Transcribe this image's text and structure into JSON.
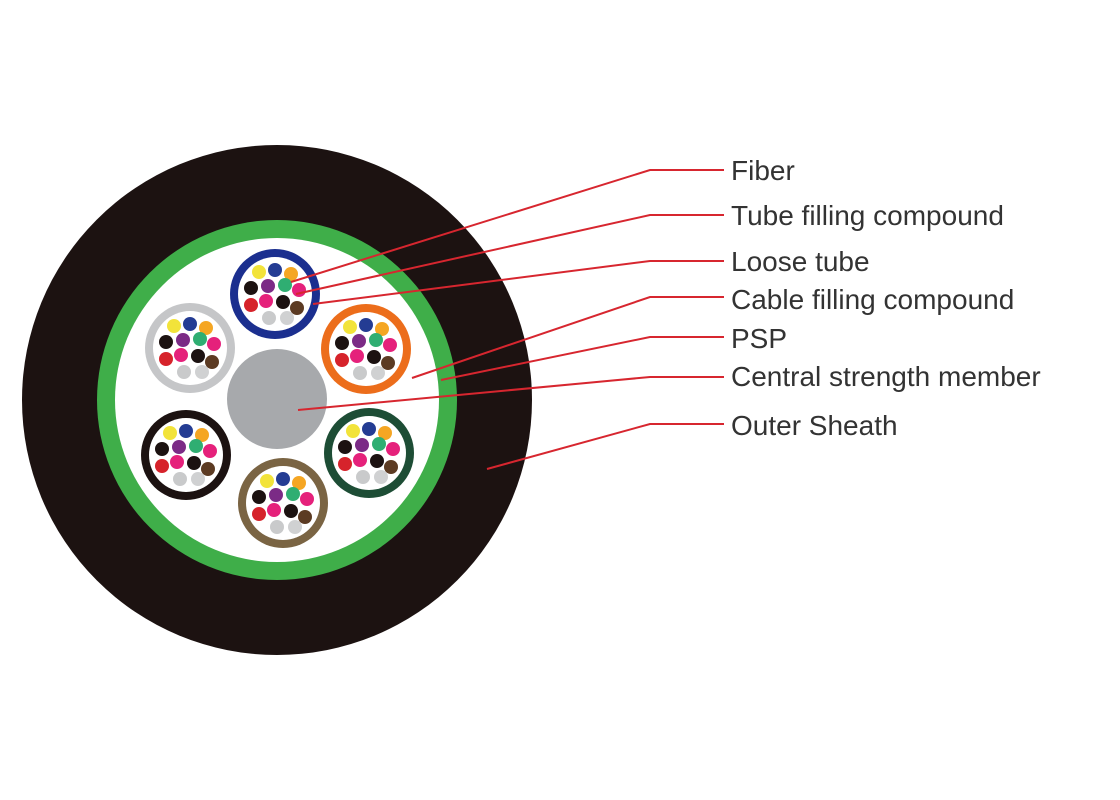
{
  "labels": {
    "fiber": "Fiber",
    "tube_filling_compound": "Tube filling compound",
    "loose_tube": "Loose tube",
    "cable_filling_compound": "Cable filling compound",
    "psp": "PSP",
    "central_strength_member": "Central strength member",
    "outer_sheath": "Outer Sheath"
  },
  "colors": {
    "outer_sheath": "#1c1211",
    "psp": "#3fae49",
    "cable_filling": "#ffffff",
    "central_member": "#a7a9ac",
    "leader_line": "#d7262f",
    "tube_blue": "#1b2f8f",
    "tube_orange": "#ec6d1b",
    "tube_green": "#1d4d35",
    "tube_brown": "#7a6443",
    "tube_black": "#1c1211",
    "tube_gray": "#c5c6c8",
    "fiber_colors": [
      "#f2e33a",
      "#243c93",
      "#f5a623",
      "#1c1211",
      "#7b2b86",
      "#2fae72",
      "#e5217b",
      "#5c3b23",
      "#d6232b",
      "#c9cacb",
      "#d0d1d2",
      "#e6e7e8"
    ]
  },
  "tubes": [
    {
      "name": "loose-tube-blue",
      "color_key": "tube_blue"
    },
    {
      "name": "loose-tube-orange",
      "color_key": "tube_orange"
    },
    {
      "name": "loose-tube-dark-green",
      "color_key": "tube_green"
    },
    {
      "name": "loose-tube-brown",
      "color_key": "tube_brown"
    },
    {
      "name": "loose-tube-black",
      "color_key": "tube_black"
    },
    {
      "name": "loose-tube-gray",
      "color_key": "tube_gray"
    }
  ]
}
